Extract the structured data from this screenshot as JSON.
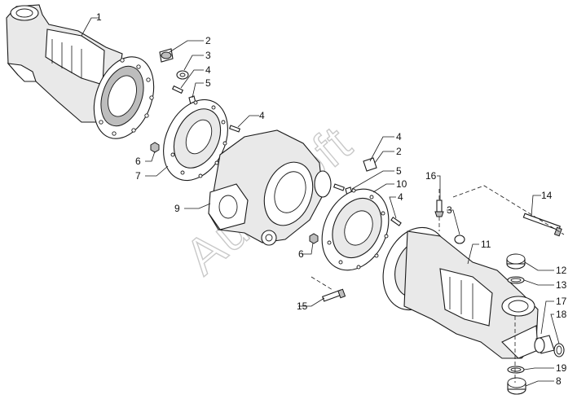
{
  "watermark": "Autosoft",
  "callouts": [
    {
      "id": "c1",
      "text": "1"
    },
    {
      "id": "c2",
      "text": "2"
    },
    {
      "id": "c3",
      "text": "3"
    },
    {
      "id": "c4a",
      "text": "4"
    },
    {
      "id": "c5",
      "text": "5"
    },
    {
      "id": "c4b",
      "text": "4"
    },
    {
      "id": "c6a",
      "text": "6"
    },
    {
      "id": "c7",
      "text": "7"
    },
    {
      "id": "c9",
      "text": "9"
    },
    {
      "id": "c4c",
      "text": "4"
    },
    {
      "id": "c2b",
      "text": "2"
    },
    {
      "id": "c5b",
      "text": "5"
    },
    {
      "id": "c10",
      "text": "10"
    },
    {
      "id": "c4d",
      "text": "4"
    },
    {
      "id": "c16",
      "text": "16"
    },
    {
      "id": "c3b",
      "text": "3"
    },
    {
      "id": "c14",
      "text": "14"
    },
    {
      "id": "c11",
      "text": "11"
    },
    {
      "id": "c6b",
      "text": "6"
    },
    {
      "id": "c12",
      "text": "12"
    },
    {
      "id": "c13",
      "text": "13"
    },
    {
      "id": "c15",
      "text": "15"
    },
    {
      "id": "c17",
      "text": "17"
    },
    {
      "id": "c18",
      "text": "18"
    },
    {
      "id": "c19",
      "text": "19"
    },
    {
      "id": "c8",
      "text": "8"
    }
  ]
}
